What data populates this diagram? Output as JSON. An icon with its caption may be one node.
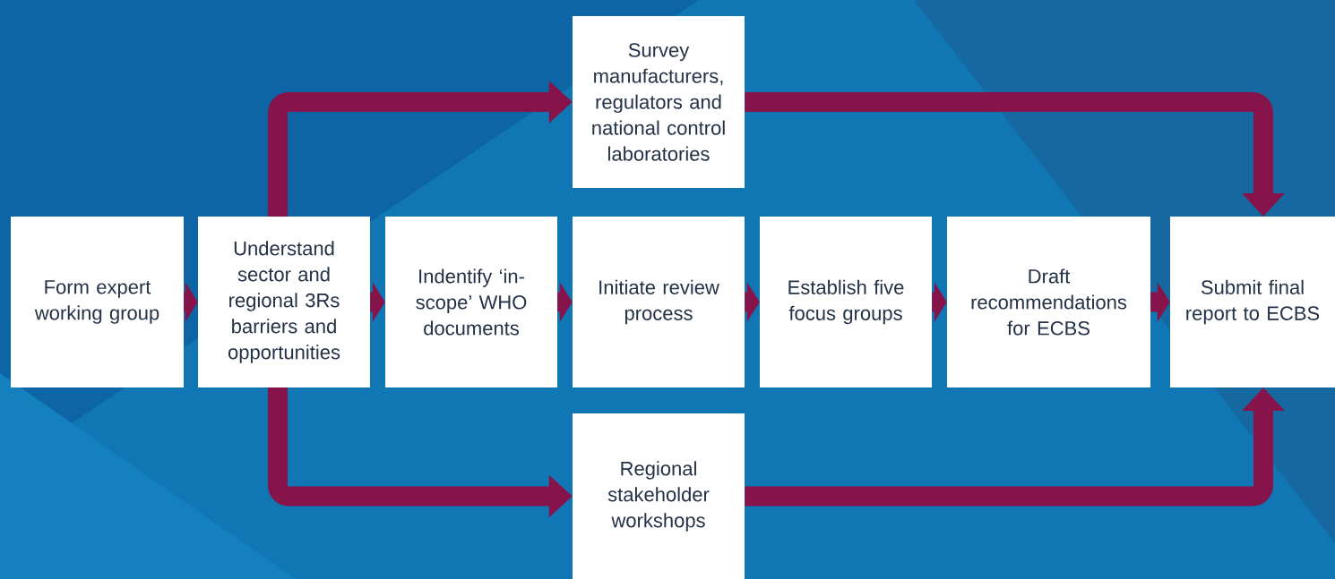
{
  "diagram": {
    "nodes": [
      {
        "text": [
          "Form expert working group"
        ]
      },
      {
        "text": [
          "Understand sector and regional 3Rs barriers and opportunities"
        ]
      },
      {
        "text": [
          "Indentify ‘in-scope’ WHO documents"
        ]
      },
      {
        "text": [
          "Initiate review process"
        ]
      },
      {
        "text": [
          "Establish five focus groups"
        ]
      },
      {
        "text": [
          "Draft recommendations for ECBS"
        ]
      },
      {
        "text": [
          "Submit final report to ECBS"
        ]
      },
      {
        "text": [
          "Survey manufacturers, regulators and national control laboratories"
        ]
      },
      {
        "text": [
          "Regional stakeholder workshops"
        ]
      }
    ],
    "edges": [
      {
        "from": 0,
        "to": 1,
        "arrow": "to"
      },
      {
        "from": 1,
        "to": 2,
        "arrow": "to"
      },
      {
        "from": 2,
        "to": 3,
        "arrow": "to"
      },
      {
        "from": 3,
        "to": 4,
        "arrow": "to"
      },
      {
        "from": 4,
        "to": 5,
        "arrow": "to"
      },
      {
        "from": 5,
        "to": 6,
        "arrow": "to"
      },
      {
        "from": 1,
        "to": 7,
        "arrow": "to"
      },
      {
        "from": 7,
        "to": 6,
        "arrow": "to"
      },
      {
        "from": 1,
        "to": 8,
        "arrow": "to"
      },
      {
        "from": 8,
        "to": 6,
        "arrow": "to"
      }
    ]
  }
}
